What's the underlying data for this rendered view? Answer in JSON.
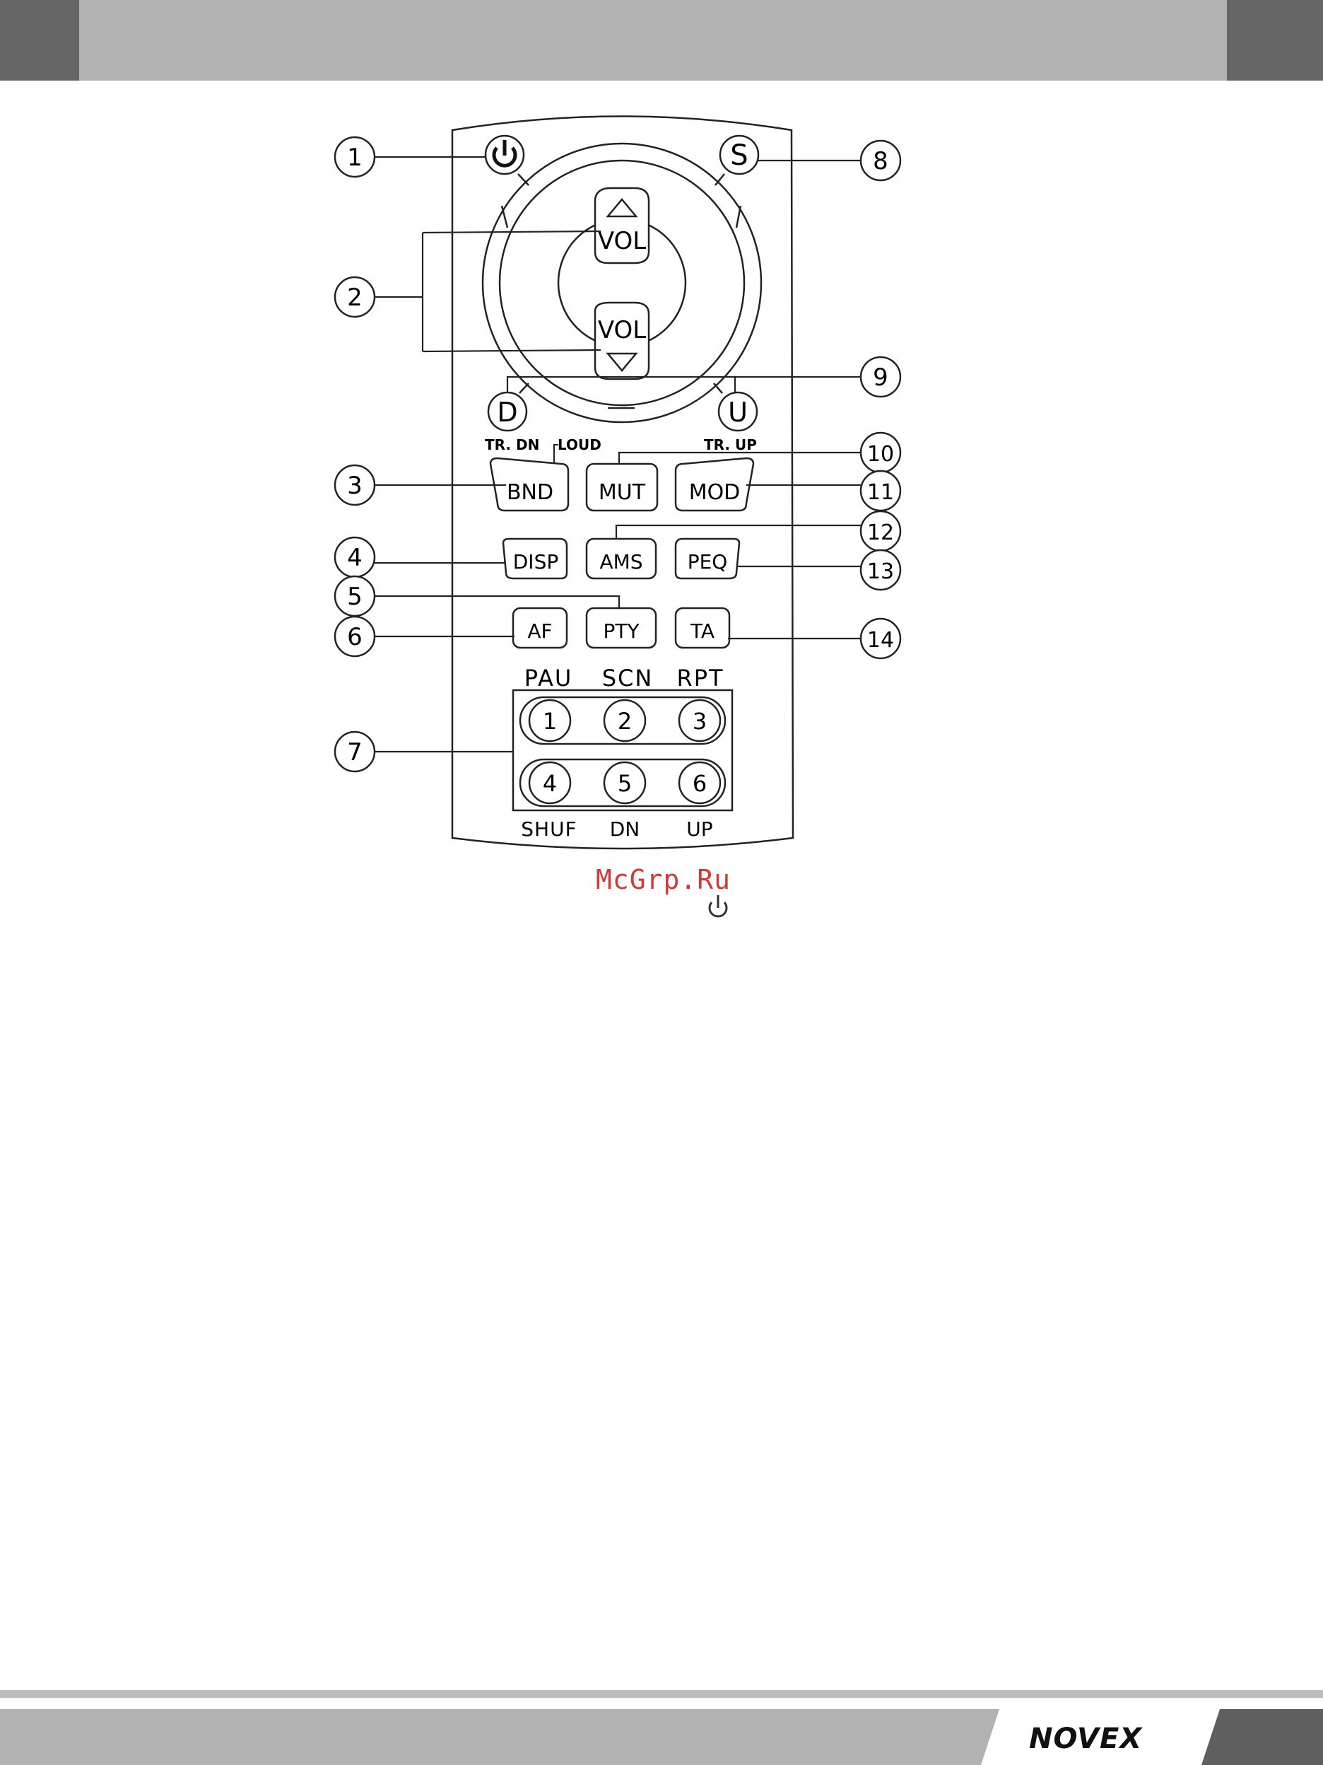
{
  "callouts": [
    "1",
    "2",
    "3",
    "4",
    "5",
    "6",
    "7",
    "8",
    "9",
    "10",
    "11",
    "12",
    "13",
    "14"
  ],
  "remote": {
    "s_button": "S",
    "vol_up": "VOL",
    "vol_down": "VOL",
    "d_button": "D",
    "u_button": "U",
    "tr_dn": "TR. DN",
    "loud": "LOUD",
    "tr_up": "TR. UP",
    "bnd": "BND",
    "mut": "MUT",
    "mod": "MOD",
    "disp": "DISP",
    "ams": "AMS",
    "peq": "PEQ",
    "af": "AF",
    "pty": "PTY",
    "ta": "TA",
    "top_labels": [
      "PAU",
      "SCN",
      "RPT"
    ],
    "numbers": [
      "1",
      "2",
      "3",
      "4",
      "5",
      "6"
    ],
    "bottom_labels": [
      "SHUF",
      "DN",
      "UP"
    ]
  },
  "watermark": "McGrp.Ru",
  "brand": "NOVEX",
  "icons": [
    "power-icon",
    "triangle-up-icon",
    "triangle-down-icon"
  ]
}
